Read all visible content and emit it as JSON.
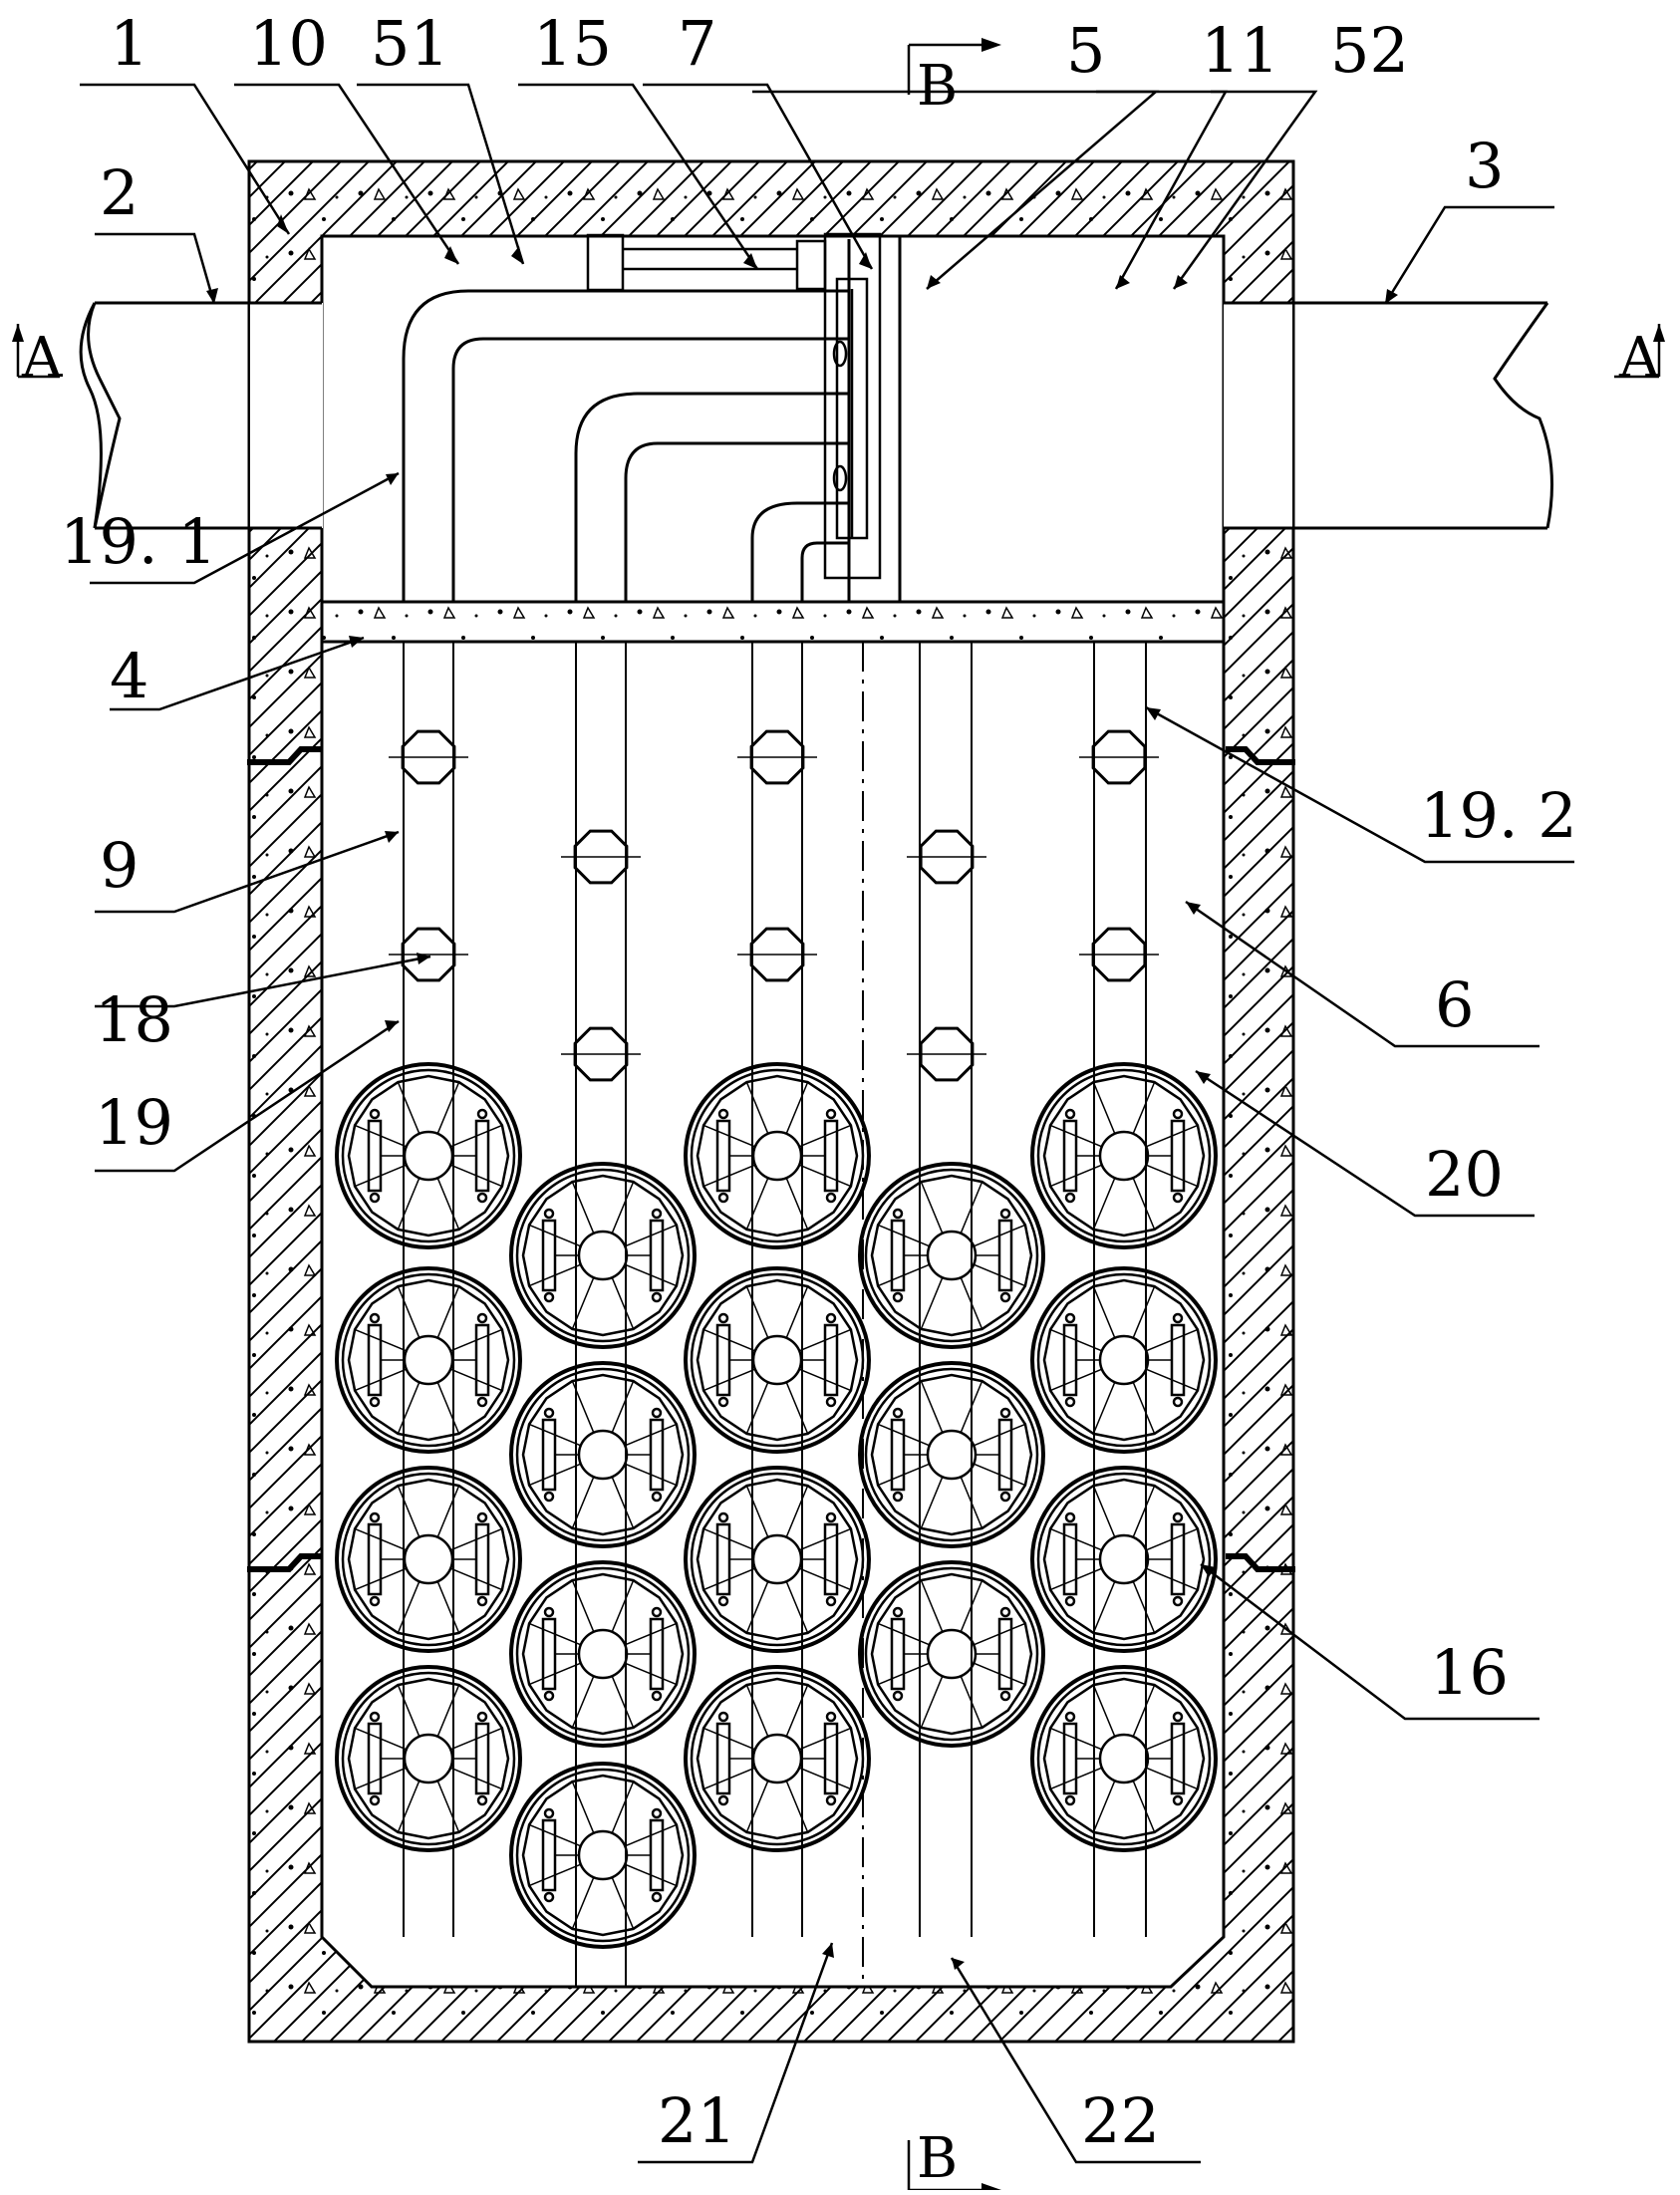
{
  "labels": {
    "l1": "1",
    "l10": "10",
    "l51": "51",
    "l15": "15",
    "l7": "7",
    "l5": "5",
    "l11": "11",
    "l52": "52",
    "l2": "2",
    "l3": "3",
    "l19_1": "19. 1",
    "l4": "4",
    "l19_2": "19. 2",
    "l9": "9",
    "l6": "6",
    "l18": "18",
    "l19": "19",
    "l20": "20",
    "l16": "16",
    "l21": "21",
    "l22": "22"
  },
  "section_marks": {
    "a_left": "A",
    "a_right": "A",
    "b_top": "B",
    "b_bottom": "B"
  },
  "colors": {
    "line": "#000000",
    "background": "#ffffff"
  }
}
